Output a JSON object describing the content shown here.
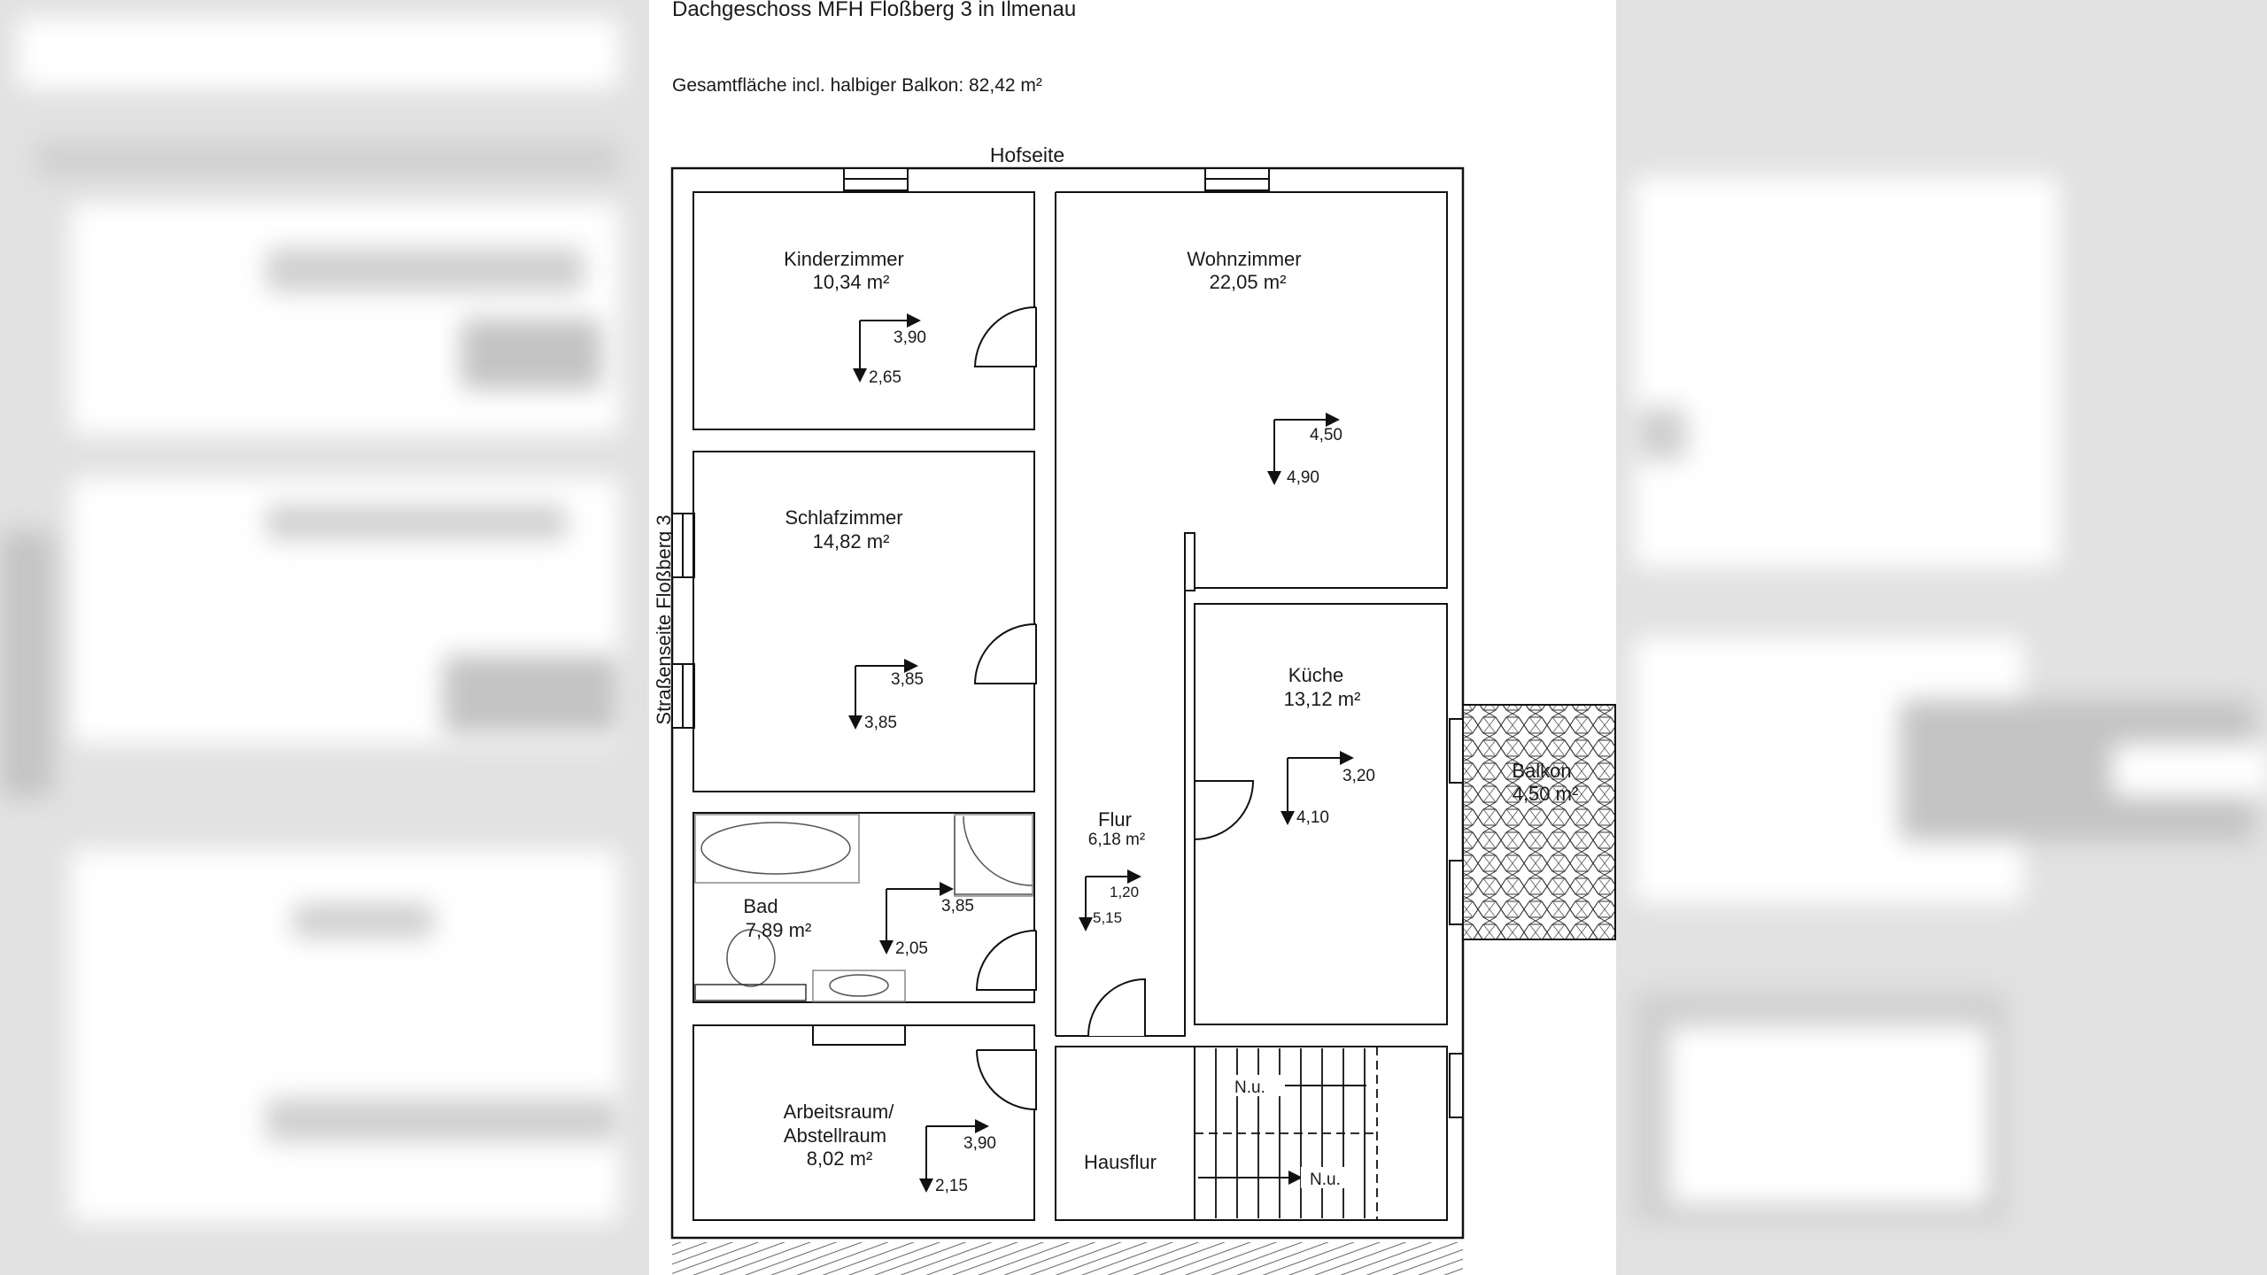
{
  "title": "Dachgeschoss MFH Floßberg 3 in Ilmenau",
  "subtitle": "Gesamtfläche incl. halbiger Balkon: 82,42 m²",
  "labels": {
    "top_side": "Hofseite",
    "street_side": "Straßenseite Floßberg 3"
  },
  "rooms": {
    "kinderzimmer": {
      "name": "Kinderzimmer",
      "area": "10,34 m²",
      "dim_w": "3,90",
      "dim_d": "2,65"
    },
    "wohnzimmer": {
      "name": "Wohnzimmer",
      "area": "22,05 m²",
      "dim_w": "4,50",
      "dim_d": "4,90"
    },
    "schlafzimmer": {
      "name": "Schlafzimmer",
      "area": "14,82 m²",
      "dim_w": "3,85",
      "dim_d": "3,85"
    },
    "kueche": {
      "name": "Küche",
      "area": "13,12 m²",
      "dim_w": "3,20",
      "dim_d": "4,10"
    },
    "balkon": {
      "name": "Balkon",
      "area": "4,50 m²"
    },
    "flur": {
      "name": "Flur",
      "area": "6,18 m²",
      "dim_w": "1,20",
      "dim_d": "5,15"
    },
    "bad": {
      "name": "Bad",
      "area": "7,89 m²",
      "dim_w": "3,85",
      "dim_d": "2,05"
    },
    "arbeitsraum": {
      "name1": "Arbeitsraum/",
      "name2": "Abstellraum",
      "area": "8,02 m²",
      "dim_w": "3,90",
      "dim_d": "2,15"
    },
    "hausflur": {
      "name": "Hausflur"
    }
  },
  "stairs": {
    "label_up": "N.u.",
    "label_down": "N.u."
  }
}
